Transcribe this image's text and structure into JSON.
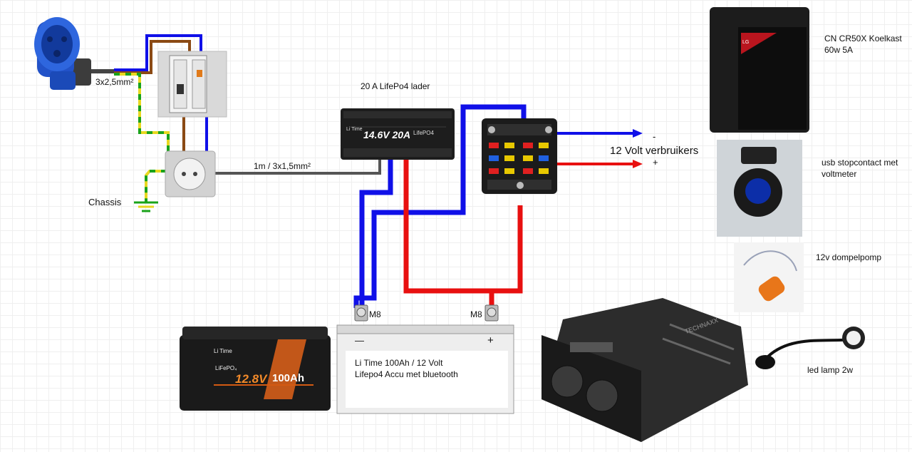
{
  "labels": {
    "cable_in": "3x2,5mm²",
    "cable_out": "1m / 3x1,5mm²",
    "chassis": "Chassis",
    "charger_title": "20 A LifePo4 lader",
    "charger_face": "14.6V 20A",
    "charger_brand": "LifePO4",
    "charger_logo": "Li Time",
    "consumers": "12 Volt verbruikers",
    "minus_out": "-",
    "plus_out": "+",
    "m8_left": "M8",
    "m8_right": "M8",
    "batt_minus": "—",
    "batt_plus": "+",
    "batt_line1": "Li Time 100Ah / 12 Volt",
    "batt_line2": "Lifepo4 Accu met bluetooth",
    "fridge_line1": "CN CR50X Koelkast",
    "fridge_line2": "60w 5A",
    "fridge_badge": "LG",
    "usb_line1": "usb stopcontact met",
    "usb_line2": "voltmeter",
    "pump": "12v dompelpomp",
    "led": "led lamp 2w",
    "battery_photo_voltage": "12.8V",
    "battery_photo_capacity": "100Ah",
    "battery_photo_chem": "LiFePO₄",
    "battery_photo_brand": "Li Time",
    "inverter_brand": "TECHNAXX"
  },
  "colors": {
    "blue_wire": "#1010e8",
    "red_wire": "#e81010",
    "brown_wire": "#8b4a14",
    "earth_yellow": "#e8d820",
    "earth_green": "#1aa31a",
    "grey_wire": "#555555"
  },
  "icons": {
    "cee_plug": "cee-inlet-icon",
    "breaker": "rcd-breaker-icon",
    "socket": "schuko-socket-icon",
    "earth": "ground-symbol-icon"
  }
}
